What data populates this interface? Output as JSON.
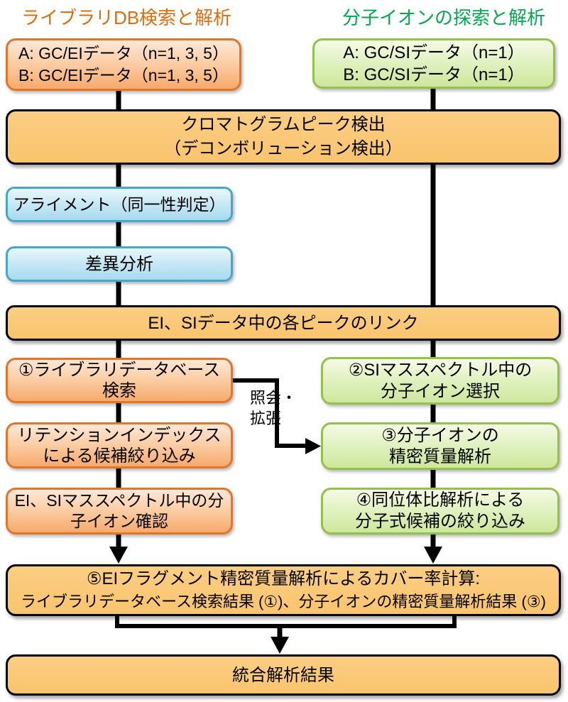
{
  "titles": {
    "left": "ライブラリDB検索と解析",
    "right": "分子イオンの探索と解析"
  },
  "boxes": {
    "input_left": {
      "line1": "A: GC/EIデータ（n=1, 3, 5）",
      "line2": "B: GC/EIデータ（n=1, 3, 5）"
    },
    "input_right": {
      "line1": "A: GC/SIデータ（n=1）",
      "line2": "B: GC/SIデータ（n=1）"
    },
    "peak_detection": {
      "line1": "クロマトグラムピーク検出",
      "line2": "（デコンボリューション検出）"
    },
    "alignment": {
      "label": "アライメント（同一性判定）"
    },
    "difference": {
      "label": "差異分析"
    },
    "peak_link": {
      "label": "EI、SIデータ中の各ピークのリンク"
    },
    "library_search": {
      "line1": "①ライブラリデータベース",
      "line2": "検索"
    },
    "retention_index": {
      "line1": "リテンションインデックス",
      "line2": "による候補絞り込み"
    },
    "molecular_ion_confirm": {
      "line1": "EI、SIマススペクトル中の分",
      "line2": "子イオン確認"
    },
    "si_ion_select": {
      "line1": "②SIマススペクトル中の",
      "line2": "分子イオン選択"
    },
    "accurate_mass": {
      "line1": "③分子イオンの",
      "line2": "精密質量解析"
    },
    "isotope_ratio": {
      "line1": "④同位体比解析による",
      "line2": "分子式候補の絞り込み"
    },
    "coverage": {
      "line1": "⑤EIフラグメント精密質量解析によるカバー率計算:",
      "line2": "ライブラリデータベース検索結果 (①)、分子イオンの精密質量解析結果 (③)"
    },
    "integrated_result": {
      "label": "統合解析結果"
    }
  },
  "connector_label": {
    "line1": "照会・",
    "line2": "拡張"
  },
  "colors": {
    "left_title": "#E36C0A",
    "right_title": "#00A94F",
    "orange_box_border": "#E0762A",
    "orange_box_fill_top": "#FDE8D7",
    "orange_box_fill_bottom": "#F7AA6C",
    "green_box_border": "#94C04C",
    "green_box_fill_top": "#F5FAE6",
    "green_box_fill_bottom": "#CDE79C",
    "blue_box_border": "#45A7C9",
    "blue_box_fill_top": "#EAF7FC",
    "blue_box_fill_bottom": "#A6DBEF",
    "yellow_box_fill": "#FAC778",
    "connector": "#000000"
  }
}
